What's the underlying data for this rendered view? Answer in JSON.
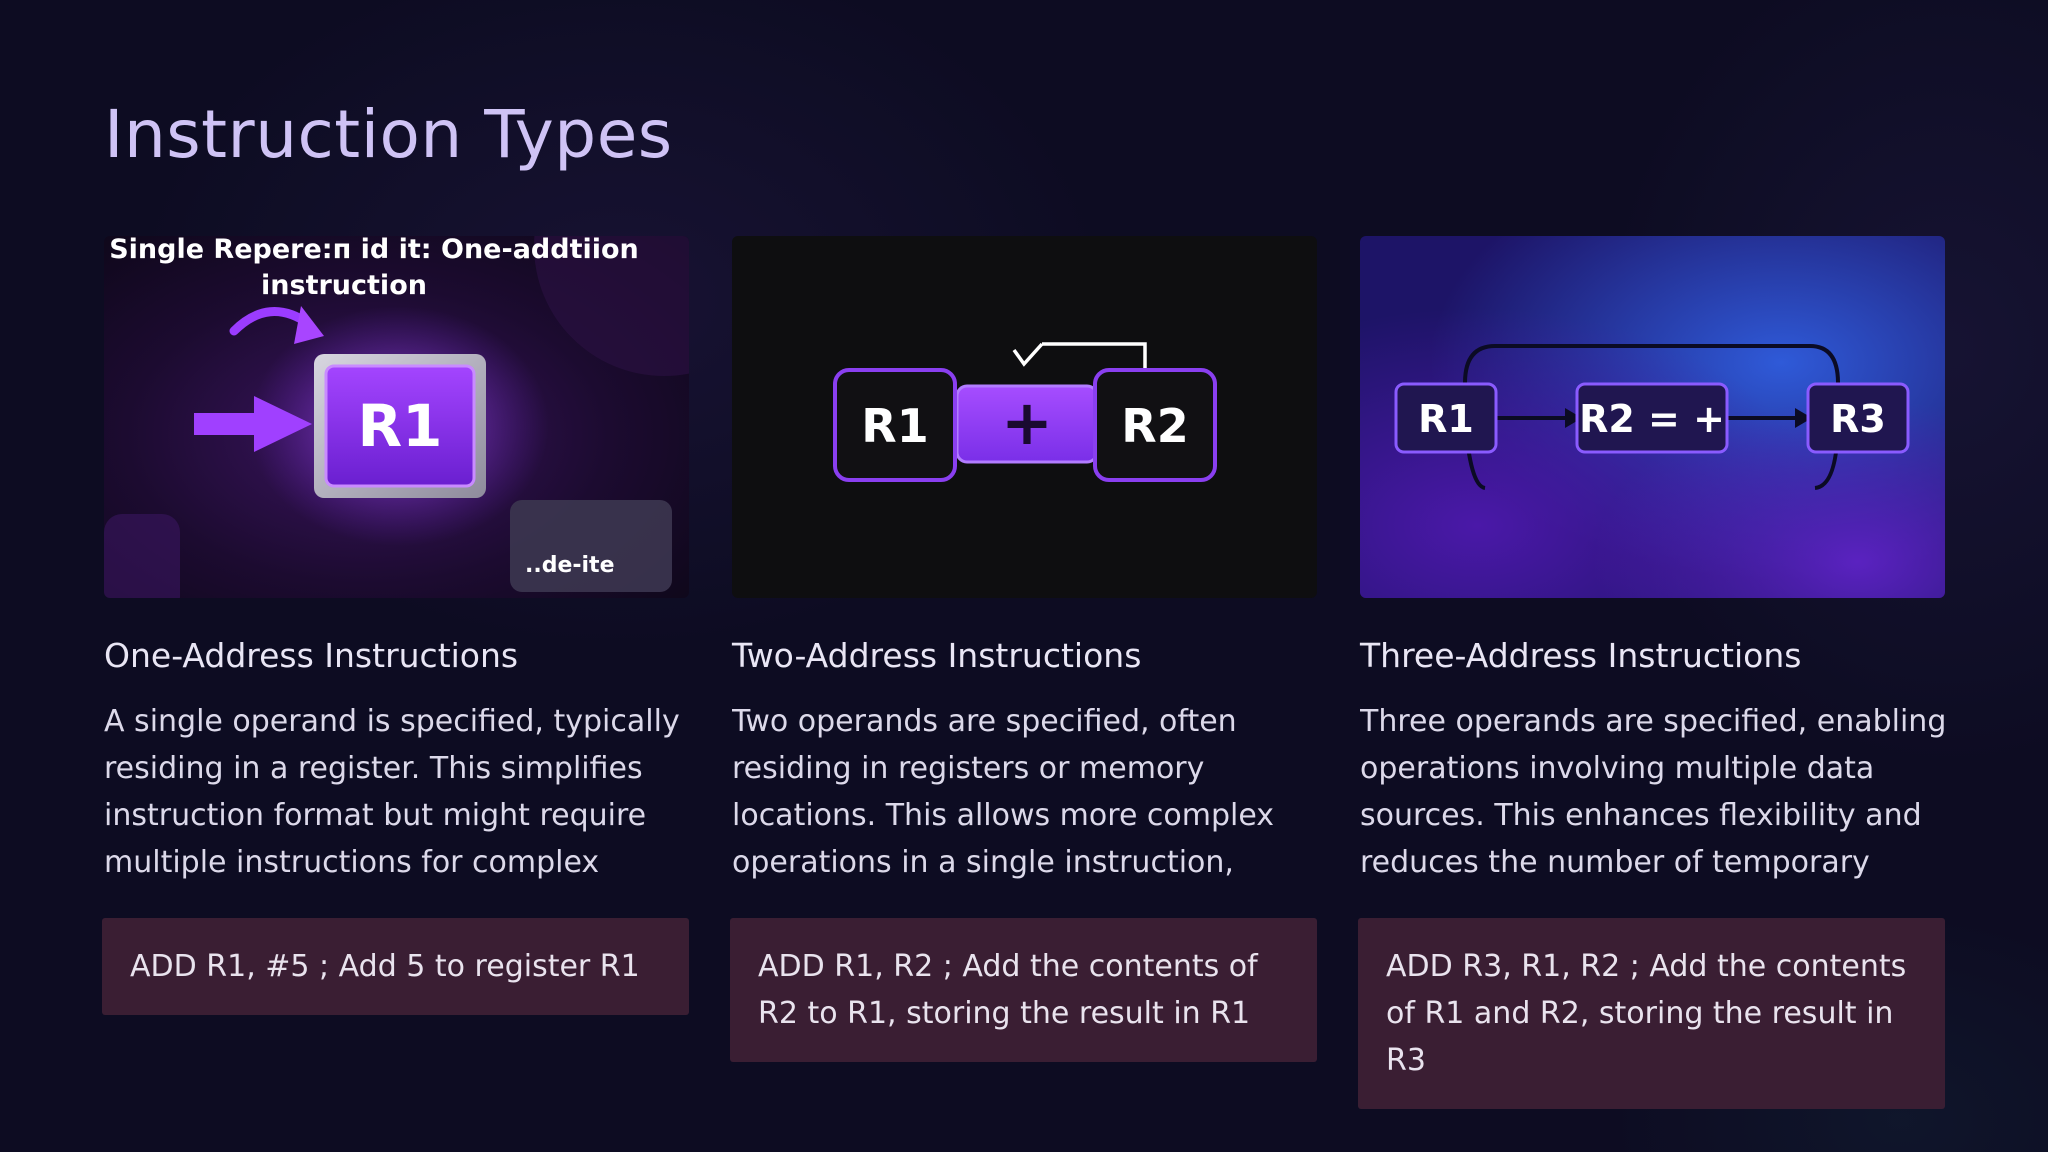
{
  "slide": {
    "title": "Instruction Types"
  },
  "cards": [
    {
      "title": "One-Address Instructions",
      "description": "A single operand is specified, typically residing in a register. This simplifies instruction format but might require multiple instructions for complex operations.",
      "example": "ADD R1, #5 ; Add 5 to register R1",
      "image": {
        "caption_line1": "Single Repere:п id it: One-addtiion",
        "caption_line2": "instruction",
        "register": "R1",
        "badge": "..de-ite"
      }
    },
    {
      "title": "Two-Address Instructions",
      "description": "Two operands are specified, often residing in registers or memory locations. This allows more complex operations in a single instruction, improving efficiency.",
      "example": "ADD R1, R2 ; Add the contents of R2 to R1, storing the result in R1",
      "image": {
        "left": "R1",
        "op": "+",
        "right": "R2"
      }
    },
    {
      "title": "Three-Address Instructions",
      "description": "Three operands are specified, enabling operations involving multiple data sources. This enhances flexibility and reduces the number of temporary storage locations needed.",
      "example": "ADD R3, R1, R2 ; Add the contents of R1 and R2, storing the result in R3",
      "image": {
        "a": "R1",
        "b": "R2 = +",
        "c": "R3"
      }
    }
  ],
  "colors": {
    "background": "#0d0c22",
    "title": "#cfc3f5",
    "accent": "#8a3ff0",
    "code_bg": "#3a1e33"
  }
}
